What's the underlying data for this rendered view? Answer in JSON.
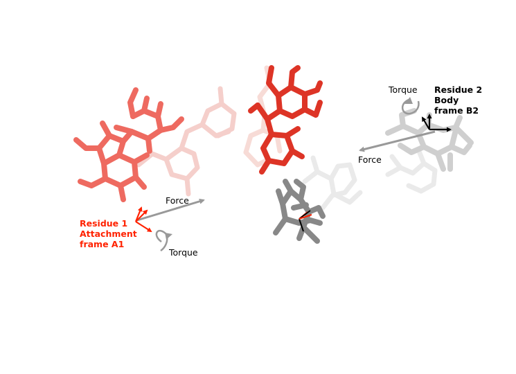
{
  "residue1": {
    "name": "Residue 1",
    "frame_line1": "Attachment",
    "frame_line2": "frame  A1",
    "color": "#ff2200"
  },
  "residue2": {
    "name": "Residue 2",
    "frame_line1": "Body",
    "frame_line2": "frame B2",
    "color": "#000000"
  },
  "labels": {
    "force_right": "Force",
    "torque_right": "Torque",
    "force_left": "Force",
    "torque_left": "Torque"
  },
  "colors": {
    "molecule_red": "#e8382c",
    "molecule_pink": "#f07066",
    "molecule_gray": "#8a8a8a",
    "molecule_white": "#e4e4e4",
    "vector_gray": "#999999"
  }
}
